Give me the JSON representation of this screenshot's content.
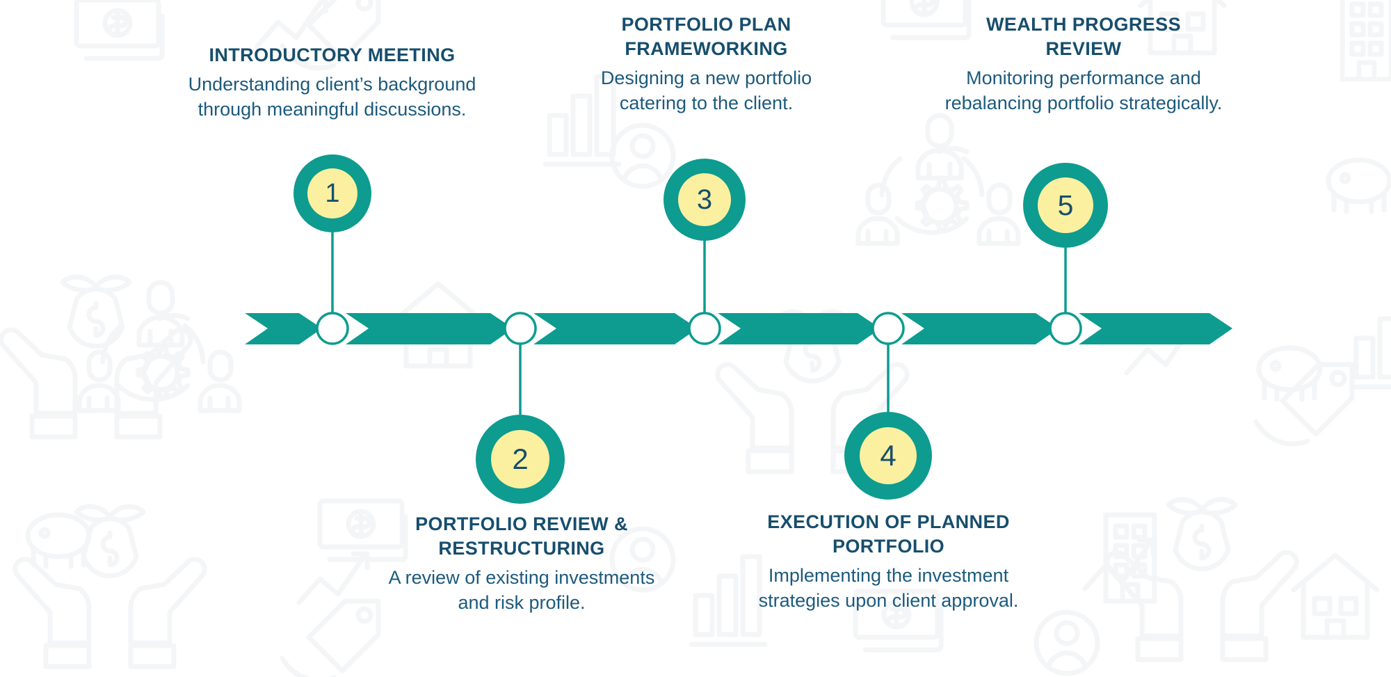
{
  "theme": {
    "background": "#ffffff",
    "teal": "#0d9c8f",
    "yellow": "#fbf0a0",
    "navy": "#174e6d",
    "body_text": "#1c5a7d",
    "watermark": "#f3f5f7"
  },
  "timeline": {
    "orientation": "horizontal",
    "direction": "left-to-right",
    "segment_count": 6,
    "node_count": 5
  },
  "steps": [
    {
      "number": "1",
      "title": "INTRODUCTORY MEETING",
      "description": "Understanding client’s background\nthrough meaningful discussions.",
      "position": "above"
    },
    {
      "number": "2",
      "title": "PORTFOLIO REVIEW &\nRESTRUCTURING",
      "description": "A review of existing investments\nand risk profile.",
      "position": "below"
    },
    {
      "number": "3",
      "title": "PORTFOLIO PLAN\nFRAMEWORKING",
      "description": "Designing a new portfolio\ncatering to the client.",
      "position": "above"
    },
    {
      "number": "4",
      "title": "EXECUTION OF PLANNED\nPORTFOLIO",
      "description": "Implementing the investment\nstrategies upon client approval.",
      "position": "below"
    },
    {
      "number": "5",
      "title": "WEALTH PROGRESS\nREVIEW",
      "description": "Monitoring performance and\nrebalancing portfolio strategically.",
      "position": "above"
    }
  ]
}
